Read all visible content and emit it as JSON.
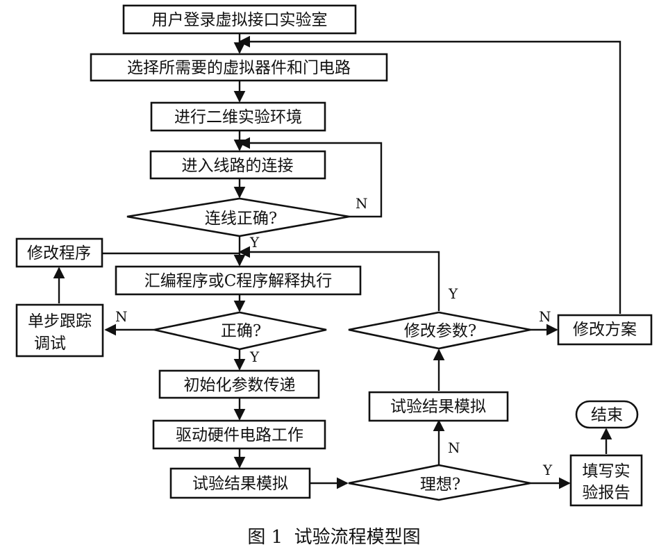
{
  "nodes": {
    "login": "用户登录虚拟接口实验室",
    "select": "选择所需要的虚拟器件和门电路",
    "env": "进行二维实验环境",
    "connect": "进入线路的连接",
    "wire_ok": "连线正确?",
    "modify_prog": "修改程序",
    "exec": "汇编程序或C程序解释执行",
    "step_line1": "单步跟踪",
    "step_line2": "调试",
    "correct": "正确?",
    "init": "初始化参数传递",
    "drive": "驱动硬件电路工作",
    "sim1": "试验结果模拟",
    "ideal": "理想?",
    "sim2": "试验结果模拟",
    "modify_param": "修改参数?",
    "modify_plan": "修改方案",
    "report_line1": "填写实",
    "report_line2": "验报告",
    "end": "结束"
  },
  "labels": {
    "wire_no": "N",
    "wire_yes": "Y",
    "correct_no": "N",
    "correct_yes": "Y",
    "param_yes": "Y",
    "param_no": "N",
    "ideal_no": "N",
    "ideal_yes": "Y"
  },
  "caption": "图 1  试验流程模型图"
}
